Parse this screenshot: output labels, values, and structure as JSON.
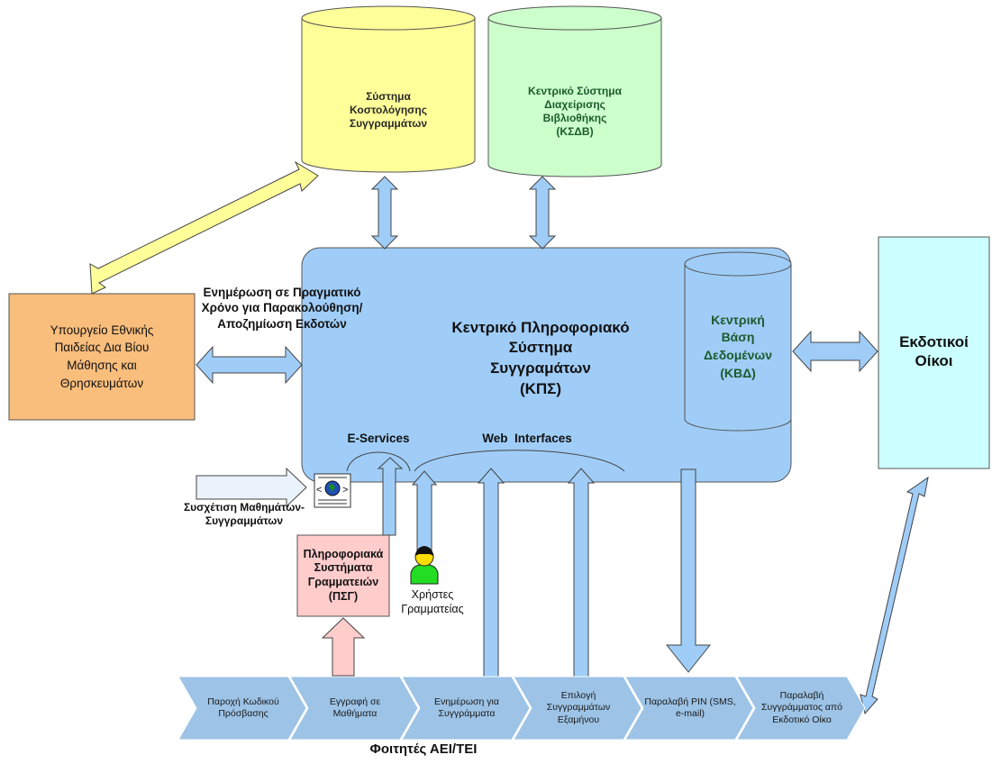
{
  "nodes": {
    "costing": {
      "label": "Σύστημα\nΚοστολόγησης\nΣυγγραμμάτων"
    },
    "library": {
      "label": "Κεντρικό Σύστημα\nΔιαχείρισης\nΒιβλιοθήκης\n(ΚΣΔΒ)"
    },
    "ministry": {
      "label": "Υπουργείο Εθνικής\nΠαιδείας Δια Βίου\nΜάθησης και\nΘρησκευμάτων"
    },
    "central": {
      "label": "Κεντρικό Πληροφοριακό\nΣύστημα\nΣυγγραμάτων\n(ΚΠΣ)"
    },
    "database": {
      "label": "Κεντρική\nΒάση\nΔεδομένων\n(ΚΒΔ)"
    },
    "publishers": {
      "label": "Εκδοτικοί\nΟίκοι"
    },
    "secretariat_systems": {
      "label": "Πληροφοριακά\nΣυστήματα\nΓραμματειών\n(ΠΣΓ)"
    }
  },
  "labels": {
    "realtime_update": "Ενημέρωση σε Πραγματικό\nΧρόνο για Παρακολούθηση/\nΑποζημίωση Εκδοτών",
    "eservices": "E-Services",
    "web_interfaces": "Web  Interfaces",
    "course_mapping": "Συσχέτιση Μαθημάτων-\nΣυγγραμμάτων",
    "secretariat_users": "Χρήστες\nΓραμματείας",
    "students": "Φοιτητές ΑΕΙ/ΤΕΙ"
  },
  "process_steps": [
    "Παροχή Κωδικού\nΠρόσβασης",
    "Εγγραφή σε\nΜαθήματα",
    "Ενημέρωση για\nΣυγγράμματα",
    "Επιλογή\nΣυγγραμμάτων\nΕξαμήνου",
    "Παραλαβή PIN (SMS,\ne-mail)",
    "Παραλαβή\nΣυγγράμματος από\nΕκδοτικό Οίκο"
  ],
  "colors": {
    "blue": "#9fcdf8",
    "yellow": "#ffff99",
    "green": "#ccffcc",
    "orange": "#f9bd7c",
    "cyan": "#ccffff",
    "pink": "#ffcccc",
    "chevron": "#9dc3e6",
    "person": "#22dd22"
  },
  "icons": [
    "web-document-icon",
    "person-icon"
  ]
}
